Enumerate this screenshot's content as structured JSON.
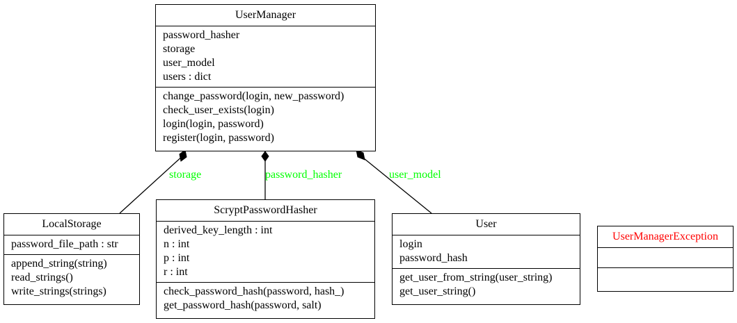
{
  "classes": {
    "user_manager": {
      "name": "UserManager",
      "attributes": [
        "password_hasher",
        "storage",
        "user_model",
        "users : dict"
      ],
      "methods": [
        "change_password(login, new_password)",
        "check_user_exists(login)",
        "login(login, password)",
        "register(login, password)"
      ]
    },
    "local_storage": {
      "name": "LocalStorage",
      "attributes": [
        "password_file_path : str"
      ],
      "methods": [
        "append_string(string)",
        "read_strings()",
        "write_strings(strings)"
      ]
    },
    "scrypt_password_hasher": {
      "name": "ScryptPasswordHasher",
      "attributes": [
        "derived_key_length : int",
        "n : int",
        "p : int",
        "r : int"
      ],
      "methods": [
        "check_password_hash(password, hash_)",
        "get_password_hash(password, salt)"
      ]
    },
    "user": {
      "name": "User",
      "attributes": [
        "login",
        "password_hash"
      ],
      "methods": [
        "get_user_from_string(user_string)",
        "get_user_string()"
      ]
    },
    "user_manager_exception": {
      "name": "UserManagerException",
      "name_color": "#ff0000",
      "attributes": [],
      "methods": []
    }
  },
  "edges": {
    "storage_label": "storage",
    "password_hasher_label": "password_hasher",
    "user_model_label": "user_model",
    "label_color": "#00ff00",
    "relation": "composition"
  }
}
